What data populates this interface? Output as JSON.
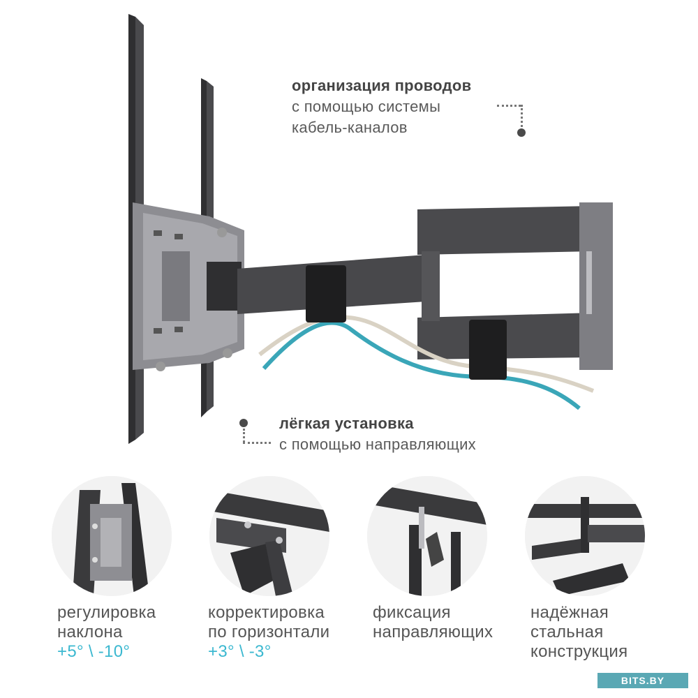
{
  "callouts": {
    "cables": {
      "title": "организация проводов",
      "line1": "с помощью системы",
      "line2": "кабель-каналов"
    },
    "install": {
      "title": "лёгкая установка",
      "line1": "с помощью направляющих"
    }
  },
  "features": [
    {
      "line1": "регулировка",
      "line2": "наклона",
      "accent": "+5° \\ -10°"
    },
    {
      "line1": "корректировка",
      "line2": "по горизонтали",
      "accent": "+3° \\ -3°"
    },
    {
      "line1": "фиксация",
      "line2": "направляющих"
    },
    {
      "line1": "надёжная",
      "line2": "стальная",
      "line3": "конструкция"
    }
  ],
  "watermark": "BITS.BY",
  "colors": {
    "accent": "#3bb8d0",
    "metal": "#3f3f42",
    "cable_blue": "#3aa6b8",
    "cable_white": "#d9d2c4"
  }
}
